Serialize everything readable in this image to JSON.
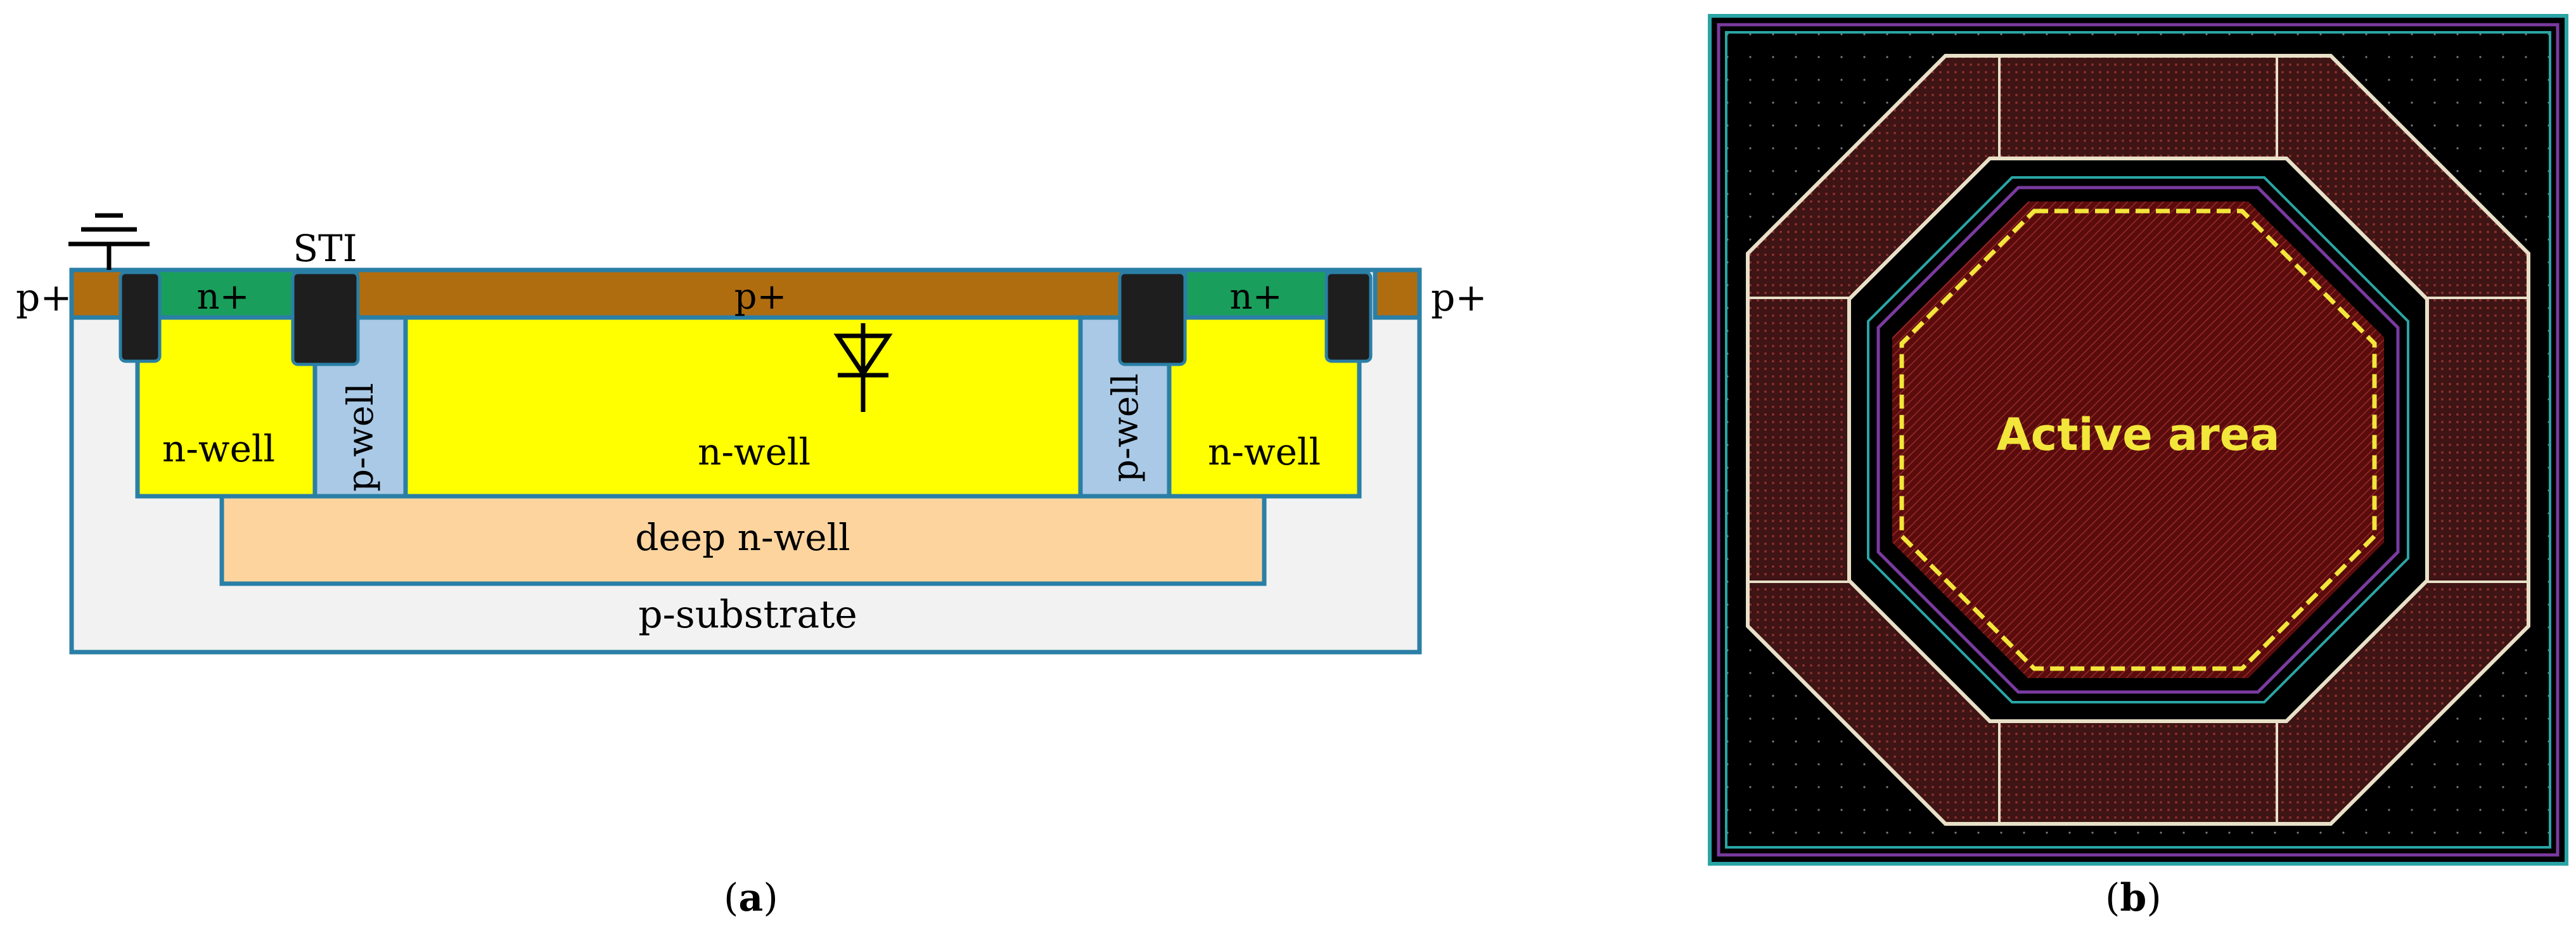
{
  "panel_a": {
    "labels": {
      "sti": "STI",
      "p_plus_left": "p+",
      "p_plus_right": "p+",
      "n_plus_left": "n+",
      "n_plus_right": "n+",
      "p_plus_center": "p+",
      "n_well_left": "n-well",
      "n_well_center": "n-well",
      "n_well_right": "n-well",
      "p_well_left": "p-well",
      "p_well_right": "p-well",
      "deep_n_well": "deep n-well",
      "p_substrate": "p-substrate"
    },
    "caption": {
      "open": "(",
      "letter": "a",
      "close": ")"
    },
    "colors": {
      "outline": "#2a7fa6",
      "n_well": "#ffff00",
      "p_well": "#a9c9e6",
      "deep_n_well": "#fdd49e",
      "substrate": "#f2f2f2",
      "p_plus": "#b06d10",
      "n_plus": "#1a9e5c",
      "sti": "#1e1e1e"
    },
    "icons": [
      "ground-icon",
      "diode-icon"
    ]
  },
  "panel_b": {
    "active_area_label": "Active area",
    "caption": {
      "open": "(",
      "letter": "b",
      "close": ")"
    },
    "colors": {
      "background": "#000000",
      "active": "#6b0d0d",
      "ring": "#4a1818",
      "dashed_border": "#f2e63a",
      "label": "#f2e63a",
      "outer_frame_1": "#7a3aa0",
      "outer_frame_2": "#2aa5a5"
    }
  }
}
